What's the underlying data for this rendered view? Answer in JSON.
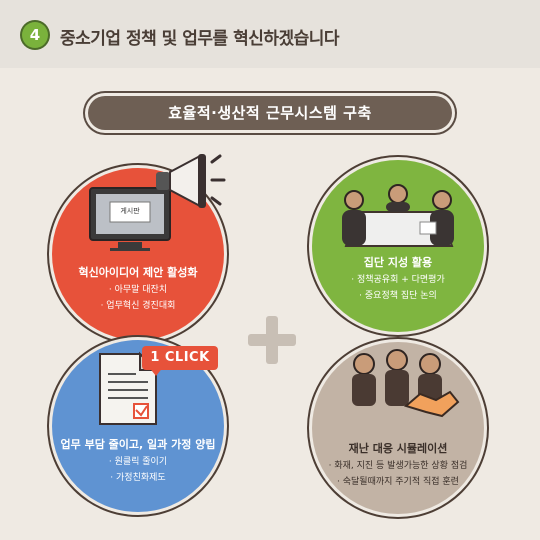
{
  "header": {
    "number": "4",
    "title": "중소기업 정책 및 업무를 혁신하겠습니다"
  },
  "banner": {
    "label": "효율적·생산적 근무시스템 구축"
  },
  "cards": [
    {
      "title": "혁신아이디어 제안 활성화",
      "lines": [
        "· 아무말 대잔치",
        "· 업무혁신 경진대회"
      ],
      "screen_label": "게시판"
    },
    {
      "title": "집단 지성 활용",
      "lines": [
        "· 정책공유회 + 다면평가",
        "· 중요정책 집단 논의"
      ]
    },
    {
      "title": "업무 부담 줄이고, 일과 가정 양립",
      "lines": [
        "· 원클릭 줄이기",
        "· 가정친화제도"
      ],
      "badge": "1 CLICK"
    },
    {
      "title": "재난 대응 시뮬레이션",
      "lines": [
        "· 화재, 지진 등 발생가능한 상황 점검",
        "· 숙달될때까지 주기적 직접 훈련"
      ]
    }
  ],
  "colors": {
    "accent_green": "#7ab23c",
    "red": "#e7523a",
    "green": "#7fb540",
    "blue": "#5f93d2",
    "beige": "#c2b3a5",
    "banner": "#6e5f54",
    "background": "#efeae3"
  },
  "icons": [
    "monitor-icon",
    "megaphone-icon",
    "meeting-icon",
    "document-icon",
    "handshake-icon",
    "plus-icon"
  ]
}
